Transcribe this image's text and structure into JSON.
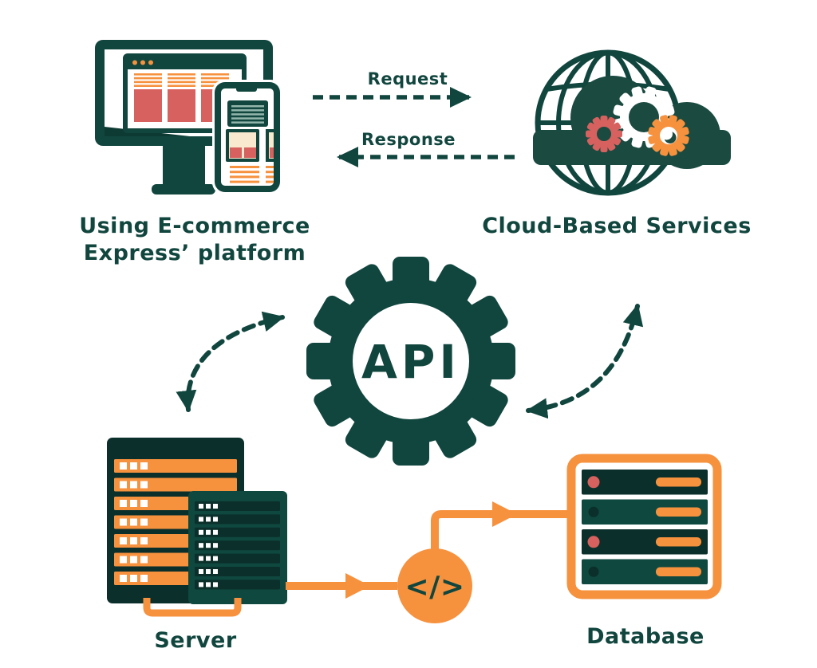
{
  "palette": {
    "teal_dark": "#11463E",
    "teal_darker": "#0B2F2A",
    "teal_mid": "#0E483F",
    "teal_cloud": "#1A4A40",
    "teal_shadow": "#0D3B34",
    "orange": "#F6913E",
    "red": "#D6615E",
    "cream": "#F8E9CF",
    "stripe_light": "#93B6AC",
    "white": "#FFFFFF"
  },
  "nodes": {
    "client": {
      "label_line1": "Using E-commerce",
      "label_line2": "Express’ platform"
    },
    "cloud_services": {
      "label": "Cloud-Based Services"
    },
    "api_gear": {
      "label": "API"
    },
    "server": {
      "label": "Server"
    },
    "database": {
      "label": "Database"
    },
    "code_circle": {
      "glyph": "</>"
    }
  },
  "flows": {
    "request": {
      "label": "Request"
    },
    "response": {
      "label": "Response"
    }
  },
  "icons": {
    "client": "desktop-and-smartphone",
    "cloud": "globe-cloud-with-gears",
    "api": "gear-wheel",
    "server": "server-racks",
    "database": "database-rack",
    "code": "code-brackets-circle"
  }
}
